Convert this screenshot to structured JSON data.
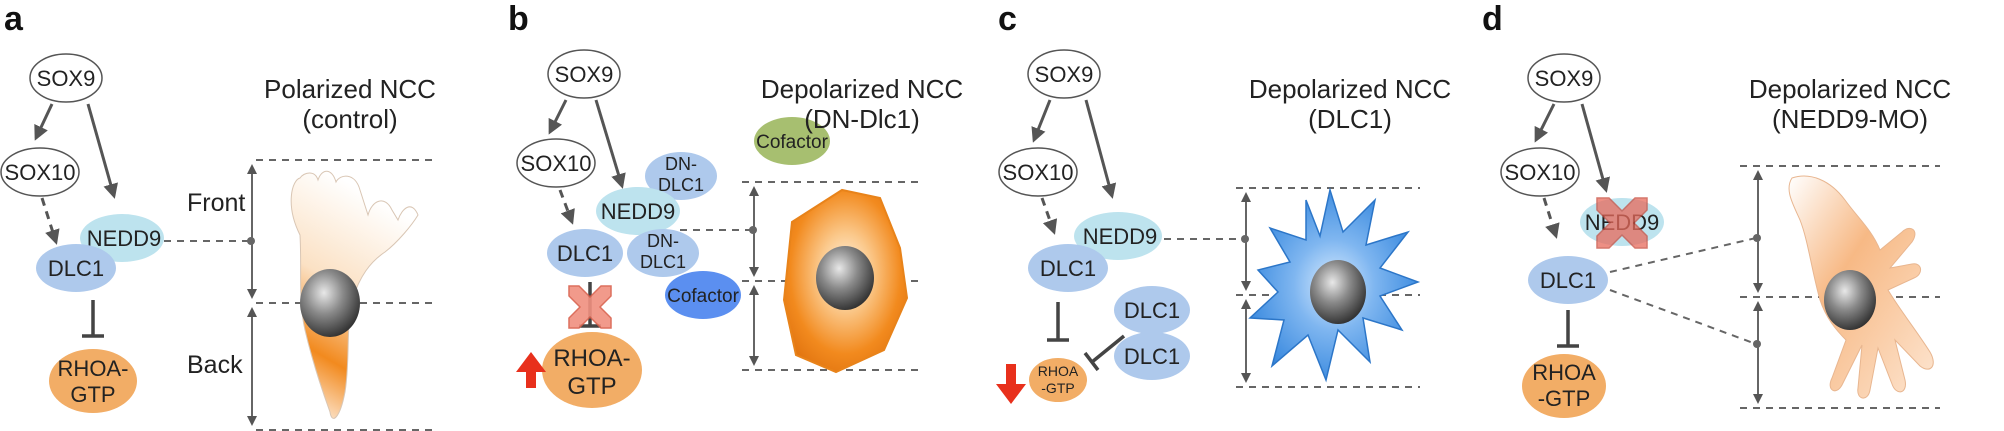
{
  "colors": {
    "sox_fill": "#ffffff",
    "dlc1": "#aec9ec",
    "nedd9": "#bde3ee",
    "rhoa": "#f2ad66",
    "cofactor_green": "#a7bf70",
    "cofactor_blue": "#5b8ff0",
    "cell_orange": "#f28a1e",
    "cell_blue": "#3f8de0",
    "up_down_arrow": "#e8301c",
    "cross": "#f0907f"
  },
  "panels": [
    {
      "letter": "a",
      "title_line1": "Polarized NCC",
      "title_line2": "(control)",
      "front_label": "Front",
      "back_label": "Back",
      "nodes": {
        "sox9": "SOX9",
        "sox10": "SOX10",
        "nedd9": "NEDD9",
        "dlc1": "DLC1",
        "rhoa_line1": "RHOA-",
        "rhoa_line2": "GTP"
      }
    },
    {
      "letter": "b",
      "title_line1": "Depolarized NCC",
      "title_line2": "(DN-Dlc1)",
      "nodes": {
        "sox9": "SOX9",
        "sox10": "SOX10",
        "nedd9": "NEDD9",
        "dlc1": "DLC1",
        "rhoa_line1": "RHOA-",
        "rhoa_line2": "GTP",
        "dn_top_line1": "DN-",
        "dn_top_line2": "DLC1",
        "dn_bottom_line1": "DN-",
        "dn_bottom_line2": "DLC1",
        "cofactor_top": "Cofactor",
        "cofactor_bottom": "Cofactor"
      }
    },
    {
      "letter": "c",
      "title_line1": "Depolarized NCC",
      "title_line2": "(DLC1)",
      "nodes": {
        "sox9": "SOX9",
        "sox10": "SOX10",
        "nedd9": "NEDD9",
        "dlc1": "DLC1",
        "dlc1_extra_top": "DLC1",
        "dlc1_extra_bottom": "DLC1",
        "rhoa_line1": "RHOA",
        "rhoa_line2": "-GTP"
      }
    },
    {
      "letter": "d",
      "title_line1": "Depolarized NCC",
      "title_line2": "(NEDD9-MO)",
      "nodes": {
        "sox9": "SOX9",
        "sox10": "SOX10",
        "nedd9": "NEDD9",
        "dlc1": "DLC1",
        "rhoa_line1": "RHOA",
        "rhoa_line2": "-GTP"
      }
    }
  ]
}
